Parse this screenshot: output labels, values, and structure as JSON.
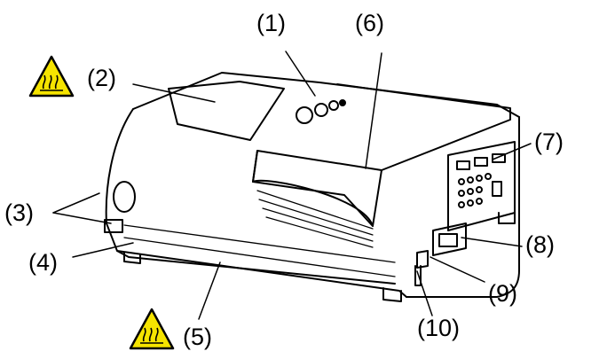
{
  "labels": {
    "l1": "(1)",
    "l2": "(2)",
    "l3": "(3)",
    "l4": "(4)",
    "l5": "(5)",
    "l6": "(6)",
    "l7": "(7)",
    "l8": "(8)",
    "l9": "(9)",
    "l10": "(10)"
  },
  "icons": {
    "hot_surface_warning": "hot-surface-warning-icon"
  },
  "colors": {
    "warning_yellow": "#f5e400",
    "line": "#000000",
    "background": "#ffffff"
  }
}
